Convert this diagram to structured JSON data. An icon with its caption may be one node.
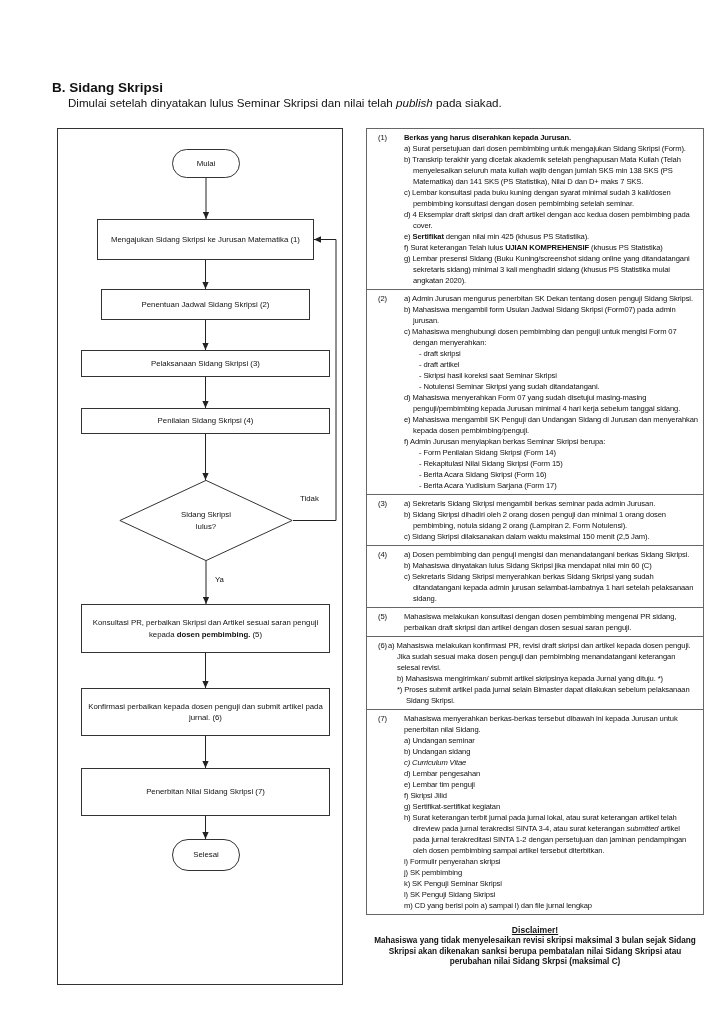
{
  "diagram": {
    "title": "B. Sidang Skripsi",
    "nodes": [
      {
        "text": [],
        "shape": "box"
      },
      {
        "text": [
          "Mulai"
        ],
        "in": 0
      },
      {
        "text": [
          "Mengajukan Sidang Skripsi ke Jurusan Matematika (1)"
        ],
        "in": 0
      },
      {
        "text": [
          "Penentuan Jadwal Sidang Skripsi (2)"
        ],
        "in": 0
      },
      {
        "text": [
          "Pelaksanaan Sidang Skripsi (3)"
        ],
        "in": 0
      },
      {
        "text": [
          "Penilaian Sidang Skripsi (4)"
        ],
        "in": 0
      },
      {
        "text": [
          "Sidang Skripsi lulus?"
        ],
        "in": 0
      },
      {
        "text": [
          "Konsultasi PR, perbaikan Skripsi dan Artikel sesuai saran penguji kepada **dosen pembimbing.** (5)"
        ],
        "in": 0
      },
      {
        "text": [
          "Konfirmasi perbaikan kepada dosen penguji dan submit artikel pada jurnal. (6)"
        ],
        "in": 0
      },
      {
        "text": [
          "Penerbitan Nilai Sidang Skripsi (7)"
        ],
        "in": 0
      },
      {
        "text": [
          "Selesai"
        ],
        "in": 0
      },
      {
        "text": [
          "(1)",
          "Berkas yang harus diserahkan kepada Jurusan.",
          "a) Surat persetujuan dari dosen pembimbing untuk mengajukan Sidang Skripsi (Form).",
          "b) Transkrip terakhir yang dicetak akademik setelah penghapusan Mata Kuliah (Telah menyelesaikan seluruh mata kuliah wajib dengan jumlah SKS min 138 SKS (PS Matematika) dan 141 SKS (PS Statistika), Nilai D dan D+ maks 7 SKS.",
          "c) Lembar konsultasi pada buku kuning dengan syarat minimal sudah 3 kali/dosen pembimbing konsultasi dengan dosen pembimbing setelah seminar.",
          "d) 4 Eksemplar draft skripsi dan draft artikel dengan acc kedua dosen pembimbing pada cover.",
          "e) **Sertifikat** dengan nilai min 425 (khusus PS Statistika).",
          "f) Surat keterangan Telah lulus **UJIAN KOMPREHENSIF** (khusus PS Statistika)",
          "g) Lembar presensi Sidang (Buku Kuning/screenshot sidang online yang ditandatangani sekretaris sidang) minimal 3 kali menghadiri sidang (khusus PS Statistika mulai angkatan 2020)."
        ]
      },
      {
        "text": [
          "(2)",
          "a) Admin Jurusan mengurus penerbitan SK Dekan tentang dosen penguji Sidang Skripsi.",
          "b) Mahasiswa mengambil form Usulan Jadwal Sidang Skripsi (Form07) pada admin jurusan.",
          "c) Mahasiswa menghubungi dosen pembimbing dan penguji untuk mengisi Form 07 dengan menyerahkan:",
          "- draft skripsi",
          "- draft artikel",
          "- Skripsi hasil koreksi saat Seminar Skripsi",
          "- Notulensi Seminar Skripsi yang sudah ditandatangani.",
          "d) Mahasiswa menyerahkan Form 07 yang sudah disetujui masing-masing penguji/pembimbing kepada Jurusan minimal 4 hari kerja sebelum tanggal sidang.",
          "e) Mahasiswa mengambil SK Penguji dan Undangan Sidang di Jurusan dan menyerahkan kepada dosen pembimbing/penguji.",
          "f) Admin Jurusan menyiapkan berkas Seminar Skripsi berupa:",
          "- Form Penilaian Sidang Skripsi (Form 14)",
          "- Rekapitulasi Nilai Sidang Skripsi (Form 15)",
          "- Berita Acara Sidang Skripsi (Form 16)",
          "- Berita Acara Yudisium Sarjana (Form 17)"
        ]
      },
      {
        "text": [
          "(3)",
          "a) Sekretaris Sidang Skripsi mengambil berkas seminar pada admin Jurusan.",
          "b) Sidang Skripsi dihadiri oleh 2 orang dosen penguji dan minimal 1 orang dosen pembimbing, notula sidang 2 orang (Lampiran 2. Form Notulensi).",
          "c) Sidang Skripsi dilaksanakan dalam waktu maksimal 150 menit (2,5 Jam)."
        ]
      },
      {
        "text": [
          "(4)",
          "a) Dosen pembimbing dan penguji mengisi dan menandatangani berkas Sidang Skripsi.",
          "b) Mahasiswa dinyatakan lulus Sidang Skripsi jika mendapat nilai min 60 (C)",
          "c) Sekretaris Sidang Skripsi menyerahkan berkas Sidang Skripsi yang sudah ditandatangani kepada admin jurusan selambat-lambatnya 1 hari setelah pelaksanaan sidang."
        ]
      },
      {
        "text": [
          "(5)",
          "Mahasiswa melakukan konsultasi dengan dosen pembimbing mengenai PR sidang, perbaikan draft skripsi dan artikel dengan dosen sesuai saran penguji."
        ]
      },
      {
        "text": [
          "(6)",
          "a) Mahasiswa melakukan konfirmasi PR, revisi draft skripsi dan artikel kepada dosen penguji. Jika sudah sesuai maka dosen penguji dan pembimbing menandatangani keterangan selesai revisi.",
          "b) Mahasiswa mengirimkan/ submit artikel skripsinya kepada Jurnal yang dituju. *)",
          "*) Proses submit artikel pada jurnal selain Bimaster dapat dilakukan sebelum pelaksanaan Sidang Skripsi."
        ]
      },
      {
        "text": [
          "(7)",
          "Mahasiswa menyerahkan berkas-berkas tersebut dibawah ini kepada Jurusan untuk penerbitan nilai Sidang.",
          "a) Undangan seminar",
          "b) Undangan sidang",
          "c) Curriculum Vitae",
          "d) Lembar pengesahan",
          "e) Lembar tim penguji",
          "f) Skripsi Jilid",
          "g) Sertifikat-sertifikat kegiatan",
          "h) Surat keterangan terbit jurnal pada jurnal lokal, atau surat keterangan artikel telah direview pada jurnal terakredisi SINTA 3-4, atau surat keterangan *submitted* artikel pada jurnal terakreditasi SINTA 1-2 dengan persetujuan dan jaminan pendampingan oleh dosen pembimbing sampai artikel tersebut diterbitkan.",
          "i) Formulir penyerahan skripsi",
          "j) SK pembimbing",
          "k) SK Penguji Seminar Skripsi",
          "l) SK Penguji Sidang Skripsi",
          "m) CD yang berisi poin a) sampai l) dan file jurnal lengkap"
        ]
      }
    ],
    "edges": [
      {
        "from": 1,
        "to": 2,
        "arrow": "to"
      },
      {
        "from": 2,
        "to": 3,
        "arrow": "to"
      },
      {
        "from": 3,
        "to": 4,
        "arrow": "to"
      },
      {
        "from": 4,
        "to": 5,
        "arrow": "to"
      },
      {
        "from": 5,
        "to": 6,
        "arrow": "to"
      },
      {
        "from": 6,
        "to": 7,
        "arrow": "to",
        "label": "Ya"
      },
      {
        "from": 7,
        "to": 8,
        "arrow": "to"
      },
      {
        "from": 8,
        "to": 9,
        "arrow": "to"
      },
      {
        "from": 9,
        "to": 10,
        "arrow": "to"
      },
      {
        "from": 6,
        "to": 2,
        "arrow": "to",
        "label": "Tidak"
      }
    ],
    "labels": [
      "Dimulai setelah dinyatakan lulus Seminar Skripsi dan nilai telah *publish* pada siakad.",
      "Disclaimer!",
      "Mahasiswa yang tidak menyelesaikan revisi skripsi maksimal 3 bulan sejak Sidang Skripsi akan dikenakan sanksi berupa pembatalan nilai Sidang Skripsi atau perubahan nilai Sidang Skrpsi (maksimal C)"
    ]
  }
}
